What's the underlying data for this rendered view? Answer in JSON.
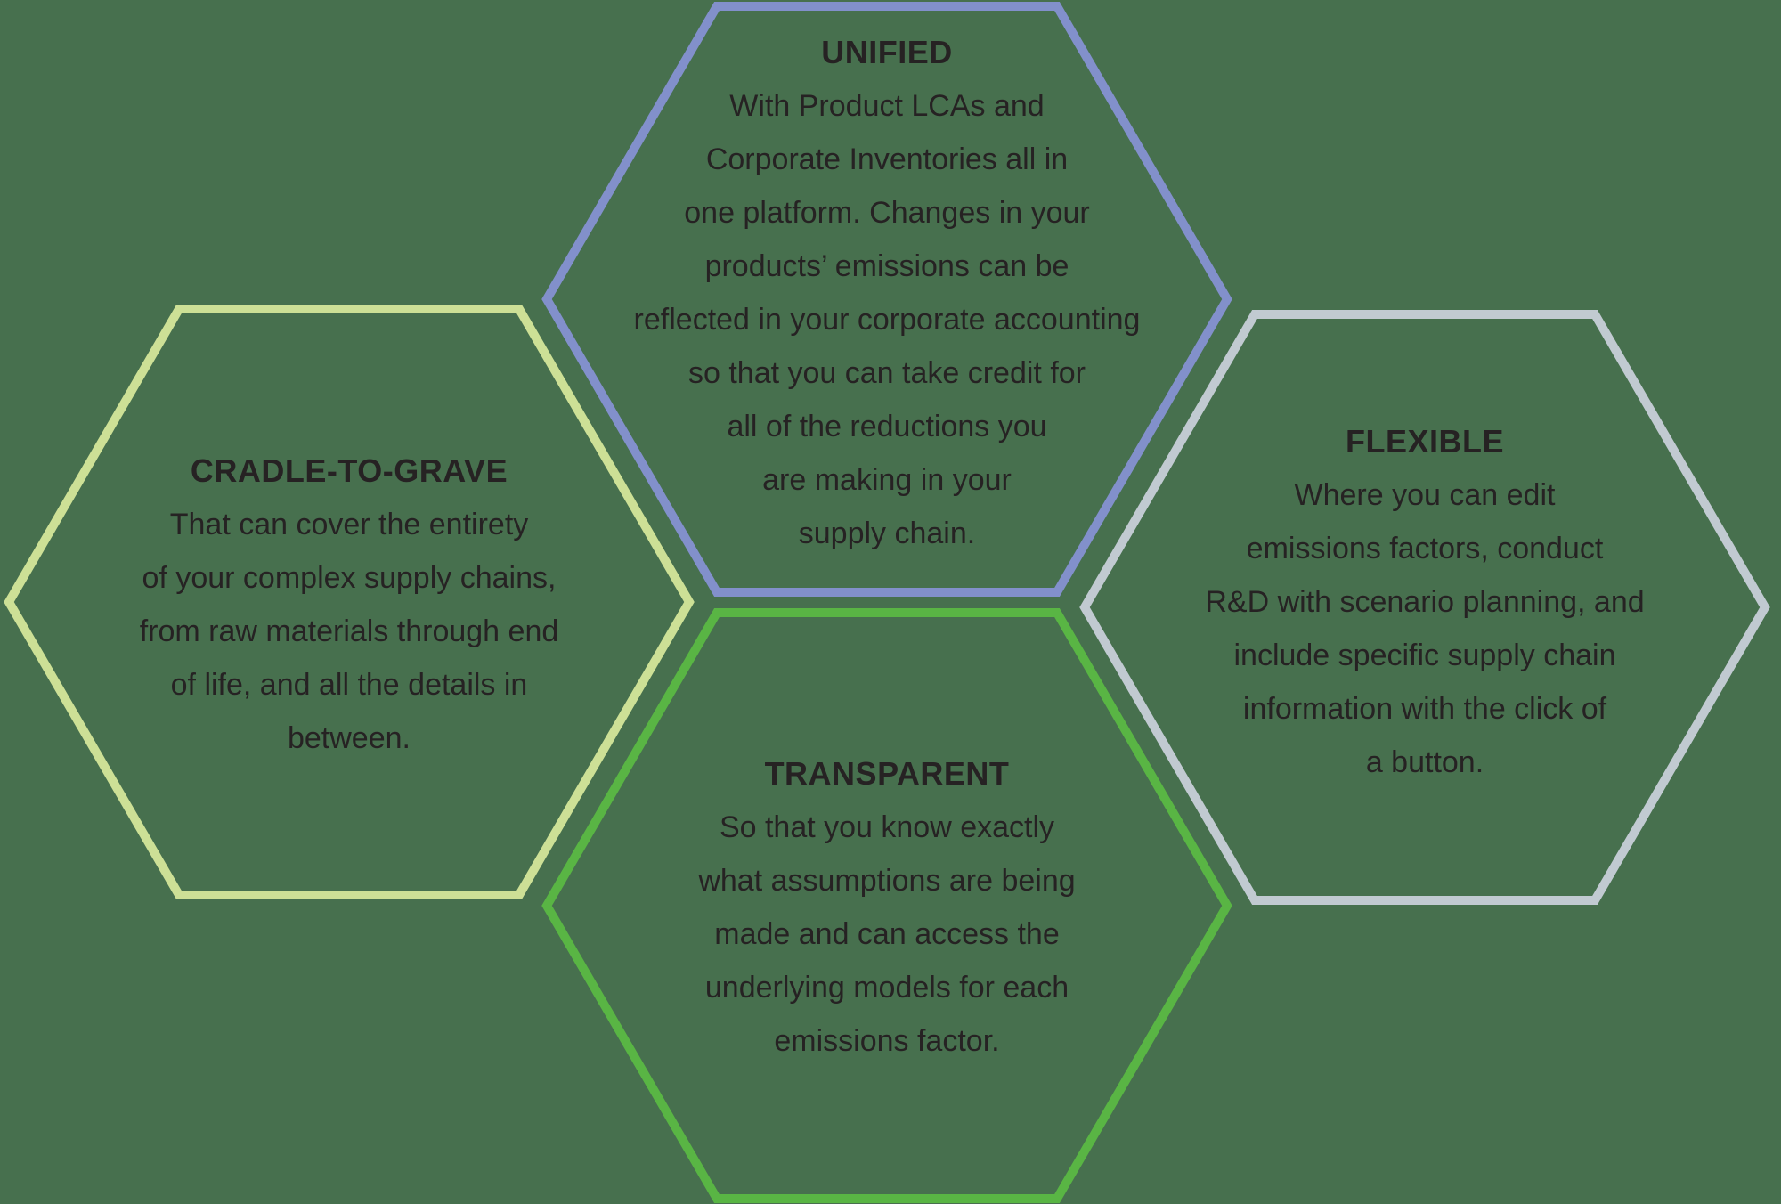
{
  "diagram_title": "",
  "colors": {
    "background": "#47704e",
    "text": "#262223",
    "unified_border": "#8290cb",
    "cradle_border": "#cde096",
    "flexible_border": "#c1cad1",
    "transparent_border": "#59b544"
  },
  "hexagons": {
    "unified": {
      "title": "UNIFIED",
      "border_color": "#8290cb",
      "lines": [
        "With Product LCAs and",
        "Corporate Inventories all in",
        "one platform. Changes in your",
        "products’ emissions can be",
        "reflected in your corporate accounting",
        "so that you can take credit for",
        "all of the reductions you",
        "are making in your",
        "supply chain."
      ]
    },
    "cradle": {
      "title": "CRADLE-TO-GRAVE",
      "border_color": "#cde096",
      "lines": [
        "That can cover the entirety",
        "of your complex supply chains,",
        "from raw materials through end",
        "of life, and all the details in",
        "between."
      ]
    },
    "flexible": {
      "title": "FLEXIBLE",
      "border_color": "#c1cad1",
      "lines": [
        "Where you can edit",
        "emissions factors, conduct",
        "R&D with scenario planning, and",
        "include specific supply chain",
        "information with the click of",
        "a button."
      ]
    },
    "transparent": {
      "title": "TRANSPARENT",
      "border_color": "#59b544",
      "lines": [
        "So that you know exactly",
        "what assumptions are being",
        "made and can access the",
        "underlying models for each",
        "emissions factor."
      ]
    }
  }
}
